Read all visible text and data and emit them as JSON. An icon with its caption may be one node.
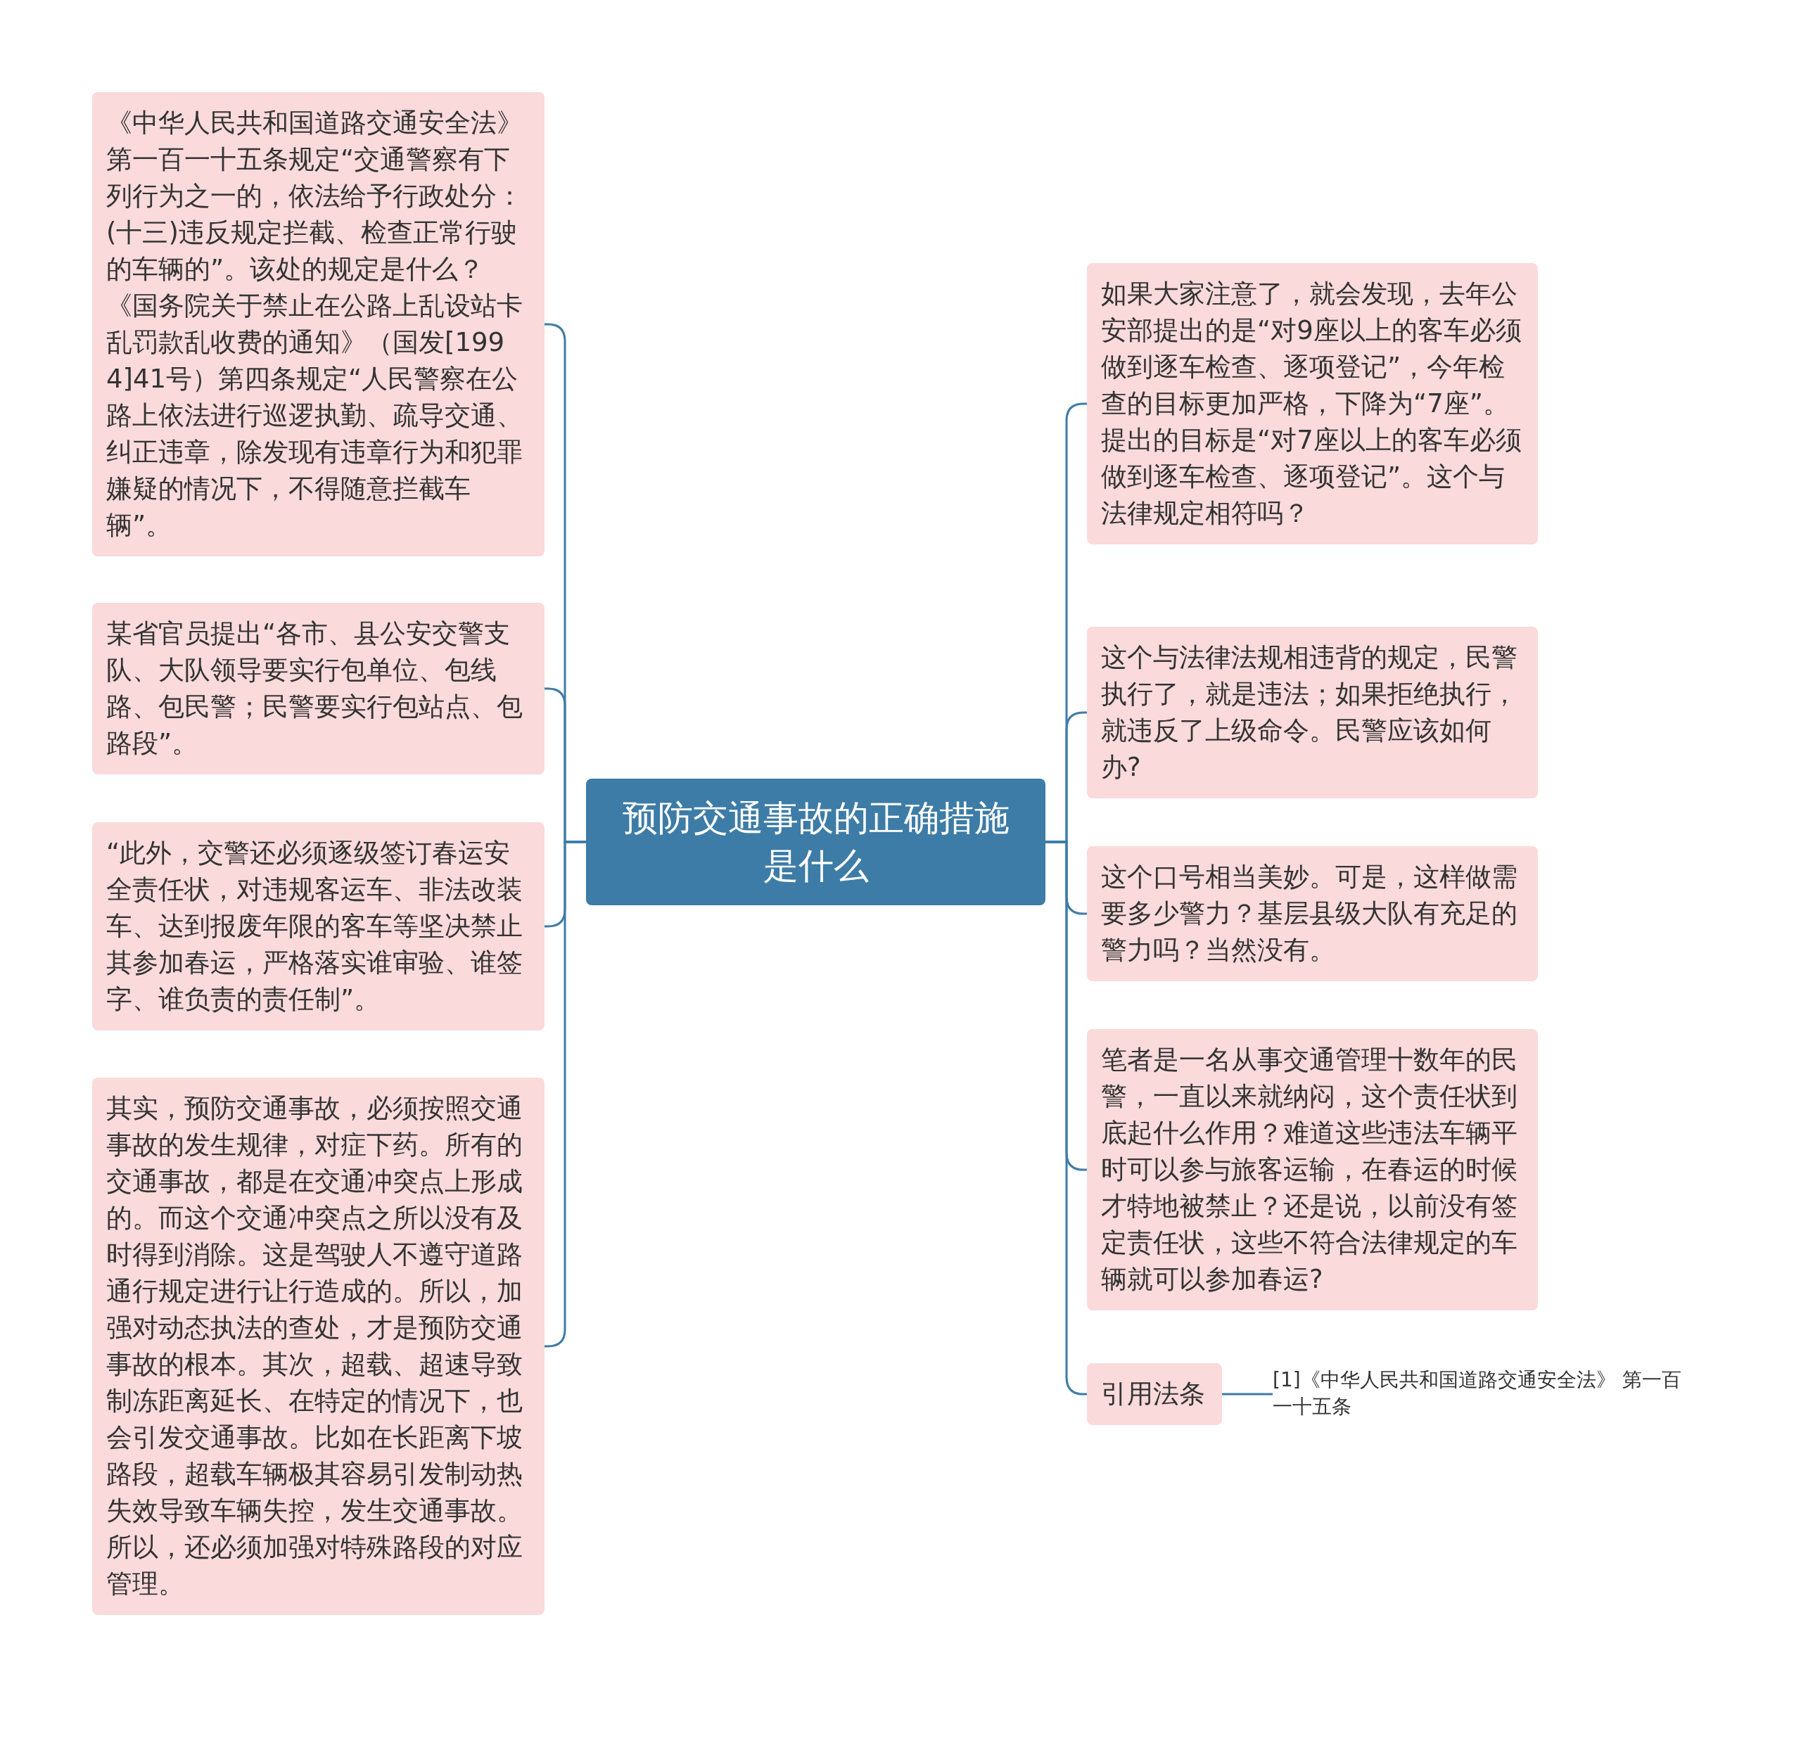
{
  "diagram": {
    "nodes": [
      {
        "text": [
          "预防交通事故的正确措施是什么"
        ]
      },
      {
        "text": [
          "《中华人民共和国道路交通安全法》第一百一十五条规定“交通警察有下列行为之一的，依法给予行政处分：(十三)违反规定拦截、检查正常行驶的车辆的”。该处的规定是什么？《国务院关于禁止在公路上乱设站卡乱罚款乱收费的通知》（国发[1994]41号）第四条规定“人民警察在公路上依法进行巡逻执勤、疏导交通、纠正违章，除发现有违章行为和犯罪嫌疑的情况下，不得随意拦截车辆”。"
        ]
      },
      {
        "text": [
          "某省官员提出“各市、县公安交警支队、大队领导要实行包单位、包线路、包民警；民警要实行包站点、包路段”。"
        ]
      },
      {
        "text": [
          "“此外，交警还必须逐级签订春运安全责任状，对违规客运车、非法改装车、达到报废年限的客车等坚决禁止其参加春运，严格落实谁审验、谁签字、谁负责的责任制”。"
        ]
      },
      {
        "text": [
          "其实，预防交通事故，必须按照交通事故的发生规律，对症下药。所有的交通事故，都是在交通冲突点上形成的。而这个交通冲突点之所以没有及时得到消除。这是驾驶人不遵守道路通行规定进行让行造成的。所以，加强对动态执法的查处，才是预防交通事故的根本。其次，超载、超速导致制冻距离延长、在特定的情况下，也会引发交通事故。比如在长距离下坡路段，超载车辆极其容易引发制动热失效导致车辆失控，发生交通事故。所以，还必须加强对特殊路段的对应管理。"
        ]
      },
      {
        "text": [
          "如果大家注意了，就会发现，去年公安部提出的是“对9座以上的客车必须做到逐车检查、逐项登记”，今年检查的目标更加严格，下降为“7座”。提出的目标是“对7座以上的客车必须做到逐车检查、逐项登记”。这个与法律规定相符吗？"
        ]
      },
      {
        "text": [
          "这个与法律法规相违背的规定，民警执行了，就是违法；如果拒绝执行，就违反了上级命令。民警应该如何办?"
        ]
      },
      {
        "text": [
          "这个口号相当美妙。可是，这样做需要多少警力？基层县级大队有充足的警力吗？当然没有。"
        ]
      },
      {
        "text": [
          "笔者是一名从事交通管理十数年的民警，一直以来就纳闷，这个责任状到底起什么作用？难道这些违法车辆平时可以参与旅客运输，在春运的时候才特地被禁止？还是说，以前没有签定责任状，这些不符合法律规定的车辆就可以参加春运?"
        ]
      },
      {
        "text": [
          "引用法条"
        ]
      },
      {
        "text": [
          "[1]《中华人民共和国道路交通安全法》 第一百一十五条"
        ]
      }
    ],
    "edges": [
      {
        "from": 0,
        "to": 1,
        "arrow": "none"
      },
      {
        "from": 0,
        "to": 2,
        "arrow": "none"
      },
      {
        "from": 0,
        "to": 3,
        "arrow": "none"
      },
      {
        "from": 0,
        "to": 4,
        "arrow": "none"
      },
      {
        "from": 0,
        "to": 5,
        "arrow": "none"
      },
      {
        "from": 0,
        "to": 6,
        "arrow": "none"
      },
      {
        "from": 0,
        "to": 7,
        "arrow": "none"
      },
      {
        "from": 0,
        "to": 8,
        "arrow": "none"
      },
      {
        "from": 0,
        "to": 9,
        "arrow": "none"
      },
      {
        "from": 9,
        "to": 10,
        "arrow": "none"
      }
    ]
  }
}
